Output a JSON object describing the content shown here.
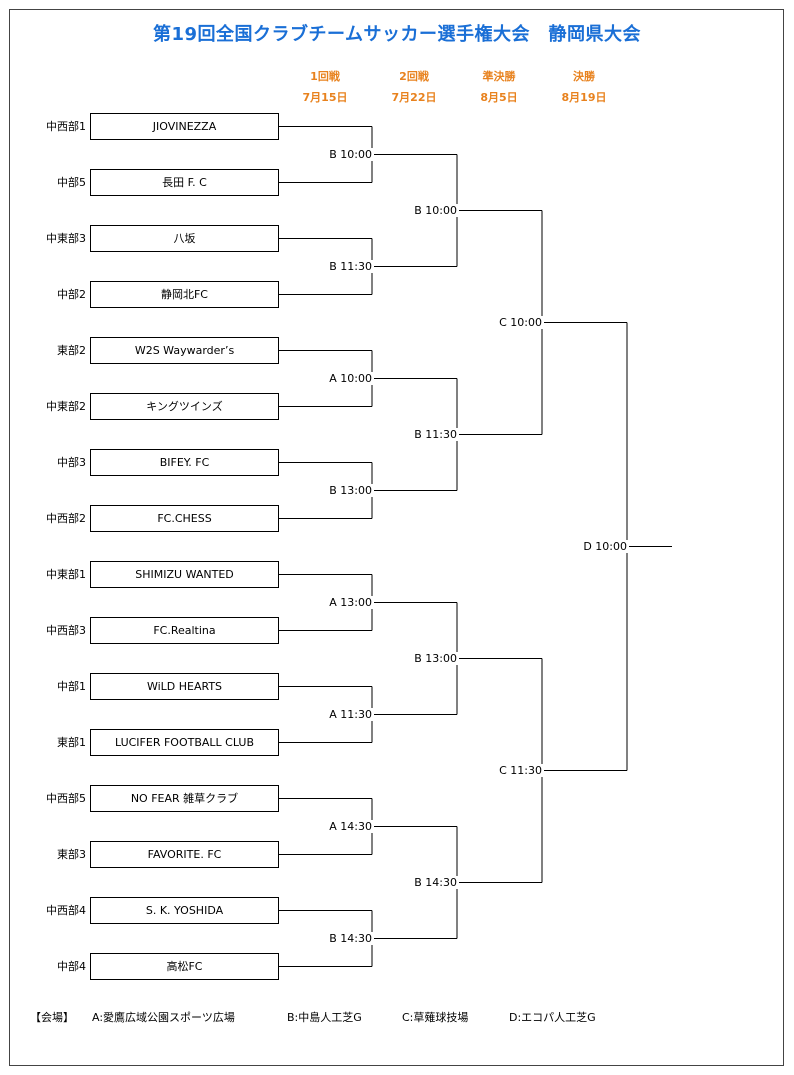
{
  "title": "第19回全国クラブチームサッカー選手権大会　静岡県大会",
  "title_color": "#1a6fd6",
  "header_color": "#e8821e",
  "rounds": [
    {
      "name": "1回戦",
      "date": "7月15日"
    },
    {
      "name": "2回戦",
      "date": "7月22日"
    },
    {
      "name": "準決勝",
      "date": "8月5日"
    },
    {
      "name": "決勝",
      "date": "8月19日"
    }
  ],
  "teams": [
    {
      "region": "中西部1",
      "name": "JIOVINEZZA"
    },
    {
      "region": "中部5",
      "name": "長田 F. C"
    },
    {
      "region": "中東部3",
      "name": "八坂"
    },
    {
      "region": "中部2",
      "name": "静岡北FC"
    },
    {
      "region": "東部2",
      "name": "W2S Waywarder’s"
    },
    {
      "region": "中東部2",
      "name": "キングツインズ"
    },
    {
      "region": "中部3",
      "name": "BIFEY. FC"
    },
    {
      "region": "中西部2",
      "name": "FC.CHESS"
    },
    {
      "region": "中東部1",
      "name": "SHIMIZU WANTED"
    },
    {
      "region": "中西部3",
      "name": "FC.Realtina"
    },
    {
      "region": "中部1",
      "name": "WiLD HEARTS"
    },
    {
      "region": "東部1",
      "name": "LUCIFER FOOTBALL CLUB"
    },
    {
      "region": "中西部5",
      "name": "NO FEAR 雑草クラブ"
    },
    {
      "region": "東部3",
      "name": "FAVORITE. FC"
    },
    {
      "region": "中西部4",
      "name": "S. K. YOSHIDA"
    },
    {
      "region": "中部4",
      "name": "高松FC"
    }
  ],
  "round1_matches": [
    "B  10:00",
    "B  11:30",
    "A  10:00",
    "B  13:00",
    "A  13:00",
    "A  11:30",
    "A  14:30",
    "B  14:30"
  ],
  "round2_matches": [
    "B  10:00",
    "B  11:30",
    "B  13:00",
    "B  14:30"
  ],
  "semifinal_matches": [
    "C  10:00",
    "C  11:30"
  ],
  "final_match": "D  10:00",
  "legend": {
    "label": "【会場】",
    "venues": [
      "A:愛鷹広域公園スポーツ広場",
      "B:中島人工芝G",
      "C:草薙球技場",
      "D:エコパ人工芝G"
    ]
  }
}
